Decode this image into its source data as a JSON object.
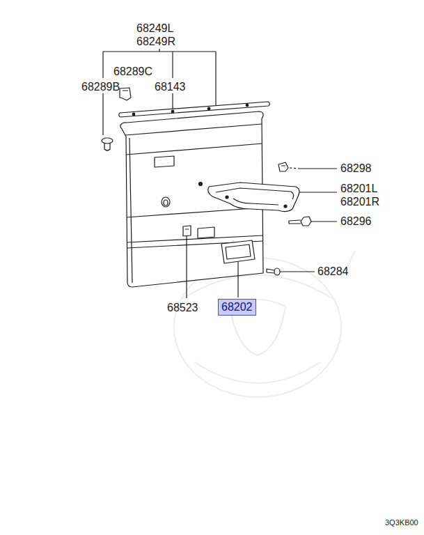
{
  "diagram": {
    "nodes": [
      {
        "text": [
          "68202"
        ]
      }
    ],
    "labels": [
      "68249L",
      "68249R",
      "68289C",
      "68289B",
      "68143",
      "68298",
      "68201L",
      "68201R",
      "68296",
      "68284",
      "68523",
      "3Q3KB00"
    ]
  }
}
